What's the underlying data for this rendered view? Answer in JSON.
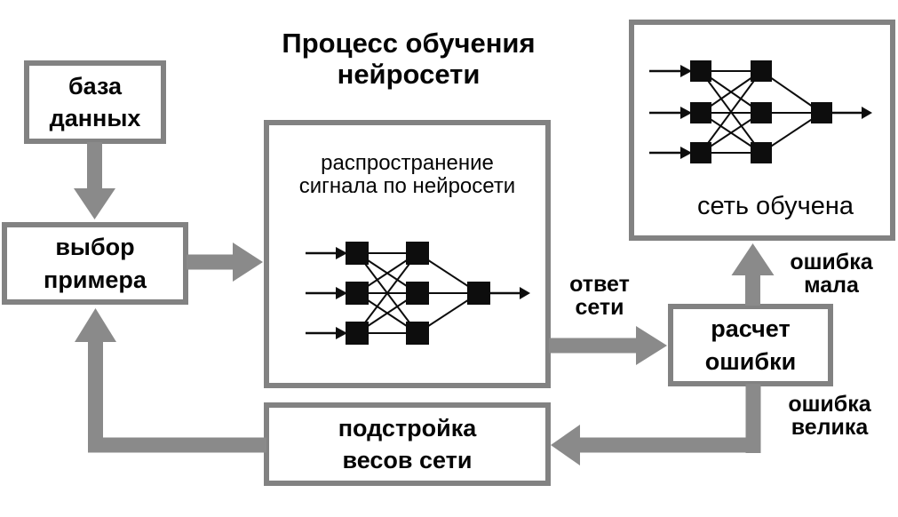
{
  "title": "Процесс обучения\nнейросети",
  "boxes": {
    "database": {
      "label": "база\nданных"
    },
    "select_example": {
      "label": "выбор\nпримера"
    },
    "propagation": {
      "label": "распространение\nсигнала по нейросети"
    },
    "error_calc": {
      "label": "расчет\nошибки"
    },
    "weights_adjust": {
      "label": "подстройка\nвесов сети"
    },
    "trained": {
      "label": "сеть обучена"
    }
  },
  "labels": {
    "net_answer": "ответ\nсети",
    "error_small": "ошибка\nмала",
    "error_large": "ошибка\nвелика"
  },
  "colors": {
    "box_border": "#828282",
    "arrow_gray": "#8a8a8a",
    "network_black": "#0d0d0d",
    "background": "#ffffff"
  }
}
